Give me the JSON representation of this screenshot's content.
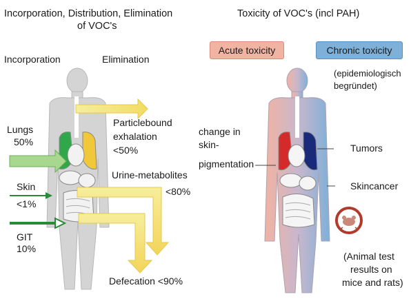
{
  "left_panel": {
    "title_line1": "Incorporation, Distribution, Elimination",
    "title_line2": "of VOC's",
    "col_incorporation": "Incorporation",
    "col_elimination": "Elimination",
    "lungs": "Lungs",
    "lungs_pct": "50%",
    "skin": "Skin",
    "skin_pct": "<1%",
    "git": "GIT",
    "git_pct": "10%",
    "particle_line1": "Particlebound",
    "particle_line2": "exhalation",
    "particle_line3": "<50%",
    "urine": "Urine-metabolites",
    "urine_pct": "<80%",
    "defecation": "Defecation <90%"
  },
  "right_panel": {
    "title": "Toxicity of VOC's (incl PAH)",
    "acute": "Acute toxicity",
    "chronic": "Chronic toxicity",
    "epi_line1": "(epidemiologisch",
    "epi_line2": "begründet)",
    "skin_line1": "change in",
    "skin_line2": "skin-",
    "skin_line3": "pigmentation",
    "tumors": "Tumors",
    "skincancer": "Skincancer",
    "animal_line1": "(Animal test",
    "animal_line2": "results on",
    "animal_line3": "mice and rats)"
  },
  "colors": {
    "acute": "#f1b3a2",
    "chronic": "#7fb0d8",
    "body_gray": "#d4d4d4",
    "lung_green": "#2fa84a",
    "lung_yellow": "#f0c83a",
    "arrow_yellow": "#f5e884",
    "arrow_green": "#a8d890",
    "heart_red": "#d42a2a",
    "heart_blue": "#1a2a7a"
  }
}
